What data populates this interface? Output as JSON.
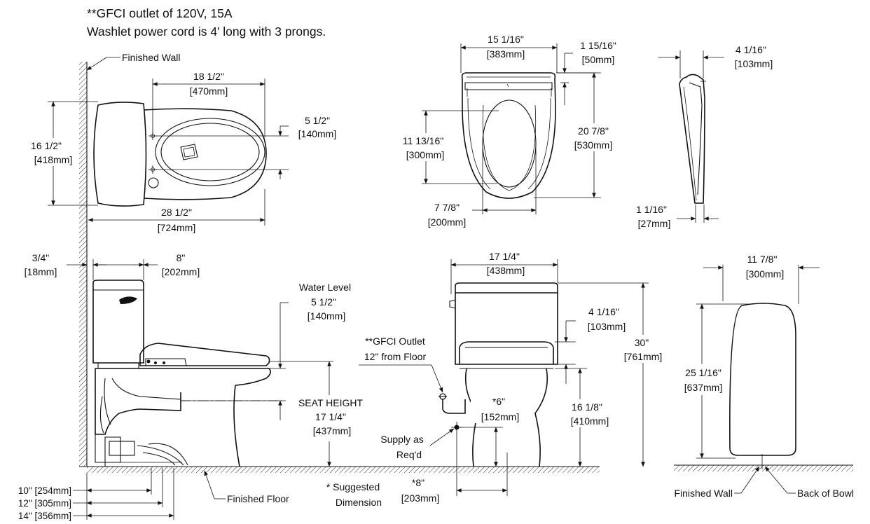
{
  "notes": {
    "line1": "**GFCI outlet of 120V, 15A",
    "line2": "Washlet power cord is 4' long with 3 prongs."
  },
  "top_view": {
    "finished_wall": "Finished Wall",
    "bowl_length": "18 1/2\"",
    "bowl_length_mm": "[470mm]",
    "bolt_spacing": "5 1/2\"",
    "bolt_spacing_mm": "[140mm]",
    "tank_width": "16 1/2\"",
    "tank_width_mm": "[418mm]",
    "overall_depth": "28 1/2\"",
    "overall_depth_mm": "[724mm]"
  },
  "seat_top": {
    "width": "15 1/16\"",
    "width_mm": "[383mm]",
    "hinge": "1 15/16\"",
    "hinge_mm": "[50mm]",
    "opening": "11 13/16\"",
    "opening_mm": "[300mm]",
    "length": "20 7/8\"",
    "length_mm": "[530mm]",
    "opening_width": "7 7/8\"",
    "opening_width_mm": "[200mm]"
  },
  "seat_side": {
    "height": "4 1/16\"",
    "height_mm": "[103mm]",
    "thickness": "1 1/16\"",
    "thickness_mm": "[27mm]"
  },
  "side_view": {
    "wall_gap": "3/4\"",
    "wall_gap_mm": "[18mm]",
    "tank_depth": "8\"",
    "tank_depth_mm": "[202mm]",
    "water_level": "Water Level",
    "water_level_val": "5 1/2\"",
    "water_level_mm": "[140mm]",
    "seat_height_label": "SEAT HEIGHT",
    "seat_height": "17 1/4\"",
    "seat_height_mm": "[437mm]",
    "rough_in_10": "10\" [254mm]",
    "rough_in_12": "12\" [305mm]",
    "rough_in_14": "14\" [356mm]",
    "finished_floor": "Finished Floor"
  },
  "front_view": {
    "tank_width": "17 1/4\"",
    "tank_width_mm": "[438mm]",
    "seat_thickness": "4 1/16\"",
    "seat_thickness_mm": "[103mm]",
    "gfci_line1": "**GFCI Outlet",
    "gfci_line2": "12\" from Floor",
    "overall_height": "30\"",
    "overall_height_mm": "[761mm]",
    "supply_offset": "*6\"",
    "supply_offset_mm": "[152mm]",
    "rim_height": "16 1/8\"",
    "rim_height_mm": "[410mm]",
    "supply_line1": "Supply as",
    "supply_line2": "Req'd",
    "suggested_line1": "* Suggested",
    "suggested_line2": "Dimension",
    "supply_lateral": "*8\"",
    "supply_lateral_mm": "[203mm]"
  },
  "rear_view": {
    "width": "11 7/8\"",
    "width_mm": "[300mm]",
    "height": "25 1/16\"",
    "height_mm": "[637mm]",
    "finished_wall": "Finished Wall",
    "back_of_bowl": "Back of Bowl"
  }
}
